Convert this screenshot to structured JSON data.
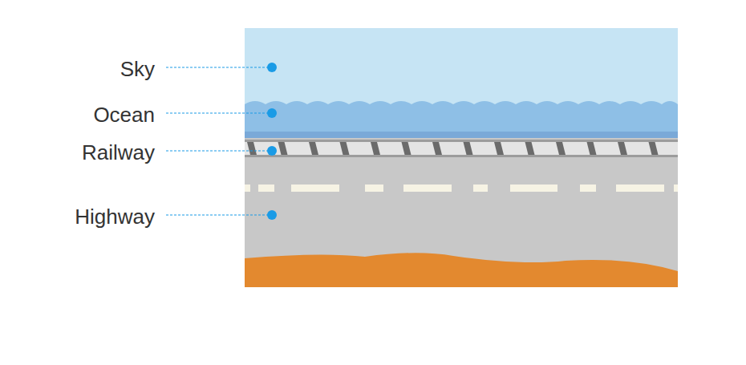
{
  "diagram": {
    "labels": [
      "Sky",
      "Ocean",
      "Railway",
      "Highway"
    ]
  }
}
